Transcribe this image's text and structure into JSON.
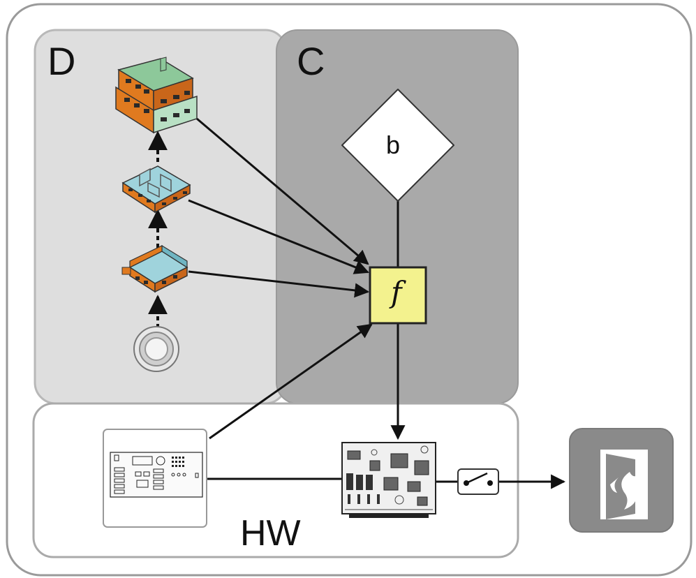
{
  "zones": {
    "d_label": "D",
    "c_label": "C",
    "hw_label": "HW"
  },
  "nodes": {
    "b_label": "b",
    "f_label": "f"
  },
  "colors": {
    "outer_border": "#9a9a9a",
    "zone_d_fill": "#dedede",
    "zone_c_fill": "#a9a9a9",
    "zone_hw_fill": "#ffffff",
    "function_fill": "#f3f28e",
    "building_roof": "#8dc89a",
    "building_wall": "#e07a1f",
    "floor_fill": "#9fd3dc",
    "exit_sign_fill": "#8a8a8a"
  },
  "icons": [
    "building-icon",
    "floor-plan-icon",
    "room-icon",
    "sensor-icon",
    "control-panel-icon",
    "circuit-board-icon",
    "switch-icon",
    "emergency-exit-icon"
  ]
}
